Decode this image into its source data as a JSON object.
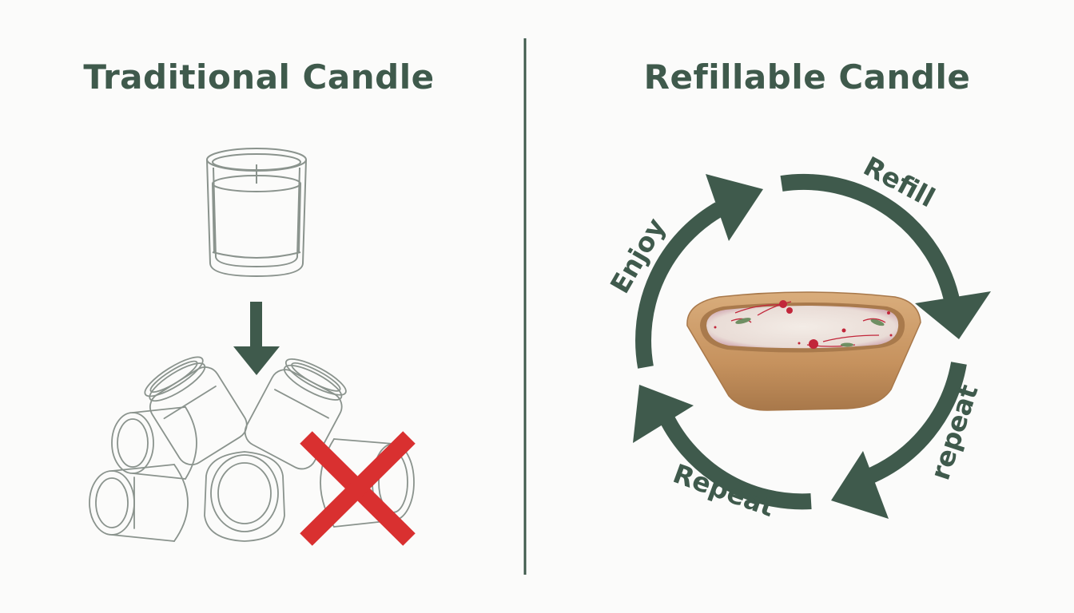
{
  "titles": {
    "traditional": "Traditional Candle",
    "refillable": "Refillable Candle"
  },
  "cycle": {
    "labels": [
      "Refill",
      "repeat",
      "Repeat",
      "Enjoy"
    ]
  },
  "colors": {
    "primary": "#3f5a4c",
    "sketch": "#8a938d",
    "cross": "#d93030",
    "wood": "#c99a6a",
    "wax": "#efe6df",
    "petal": "#c2263a",
    "leaf": "#6f8f63"
  },
  "icons": {
    "glass_candle": "glass-candle-icon",
    "down_arrow": "down-arrow-icon",
    "jar_pile": "empty-jar-pile-icon",
    "cross": "red-cross-icon",
    "wooden_bowl": "wooden-bowl-candle",
    "cycle_arrows": "cycle-arrows-icon"
  }
}
